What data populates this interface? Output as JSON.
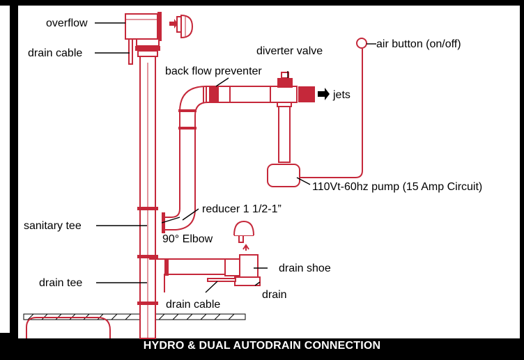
{
  "title": "HYDRO & DUAL AUTODRAIN CONNECTION",
  "labels": {
    "overflow": "overflow",
    "drain_cable_top": "drain cable",
    "diverter_valve": "diverter valve",
    "air_button": "air button (on/off)",
    "back_flow_preventer": "back flow preventer",
    "jets": "jets",
    "pump": "110Vt-60hz pump (15 Amp Circuit)",
    "reducer": "reducer 1 1/2-1”",
    "sanitary_tee": "sanitary tee",
    "elbow": "90° Elbow",
    "drain_shoe": "drain shoe",
    "drain_tee": "drain tee",
    "drain": "drain",
    "drain_cable_bottom": "drain cable"
  },
  "colors": {
    "pipe_red": "#c5283a",
    "frame": "#000000",
    "background": "#ffffff"
  }
}
